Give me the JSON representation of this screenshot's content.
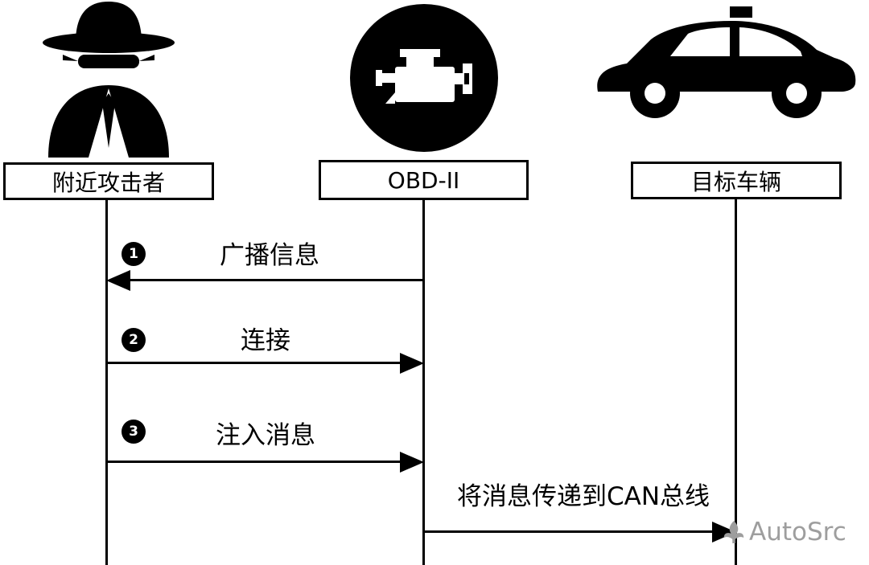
{
  "diagram": {
    "actors": [
      {
        "id": "attacker",
        "label": "附近攻击者",
        "icon": "spy-icon"
      },
      {
        "id": "obd",
        "label": "OBD-II",
        "icon": "engine-icon"
      },
      {
        "id": "vehicle",
        "label": "目标车辆",
        "icon": "car-icon"
      }
    ],
    "messages": [
      {
        "step": "1",
        "label": "广播信息",
        "from": "obd",
        "to": "attacker",
        "direction": "left"
      },
      {
        "step": "2",
        "label": "连接",
        "from": "attacker",
        "to": "obd",
        "direction": "right"
      },
      {
        "step": "3",
        "label": "注入消息",
        "from": "attacker",
        "to": "obd",
        "direction": "right"
      },
      {
        "step": "",
        "label": "将消息传递到CAN总线",
        "from": "obd",
        "to": "vehicle",
        "direction": "right"
      }
    ],
    "watermark": {
      "text": "AutoSrc",
      "icon": "autosrc-logo-icon"
    }
  },
  "colors": {
    "line": "#000000",
    "background": "#ffffff",
    "watermark": "#9e9e9e"
  }
}
